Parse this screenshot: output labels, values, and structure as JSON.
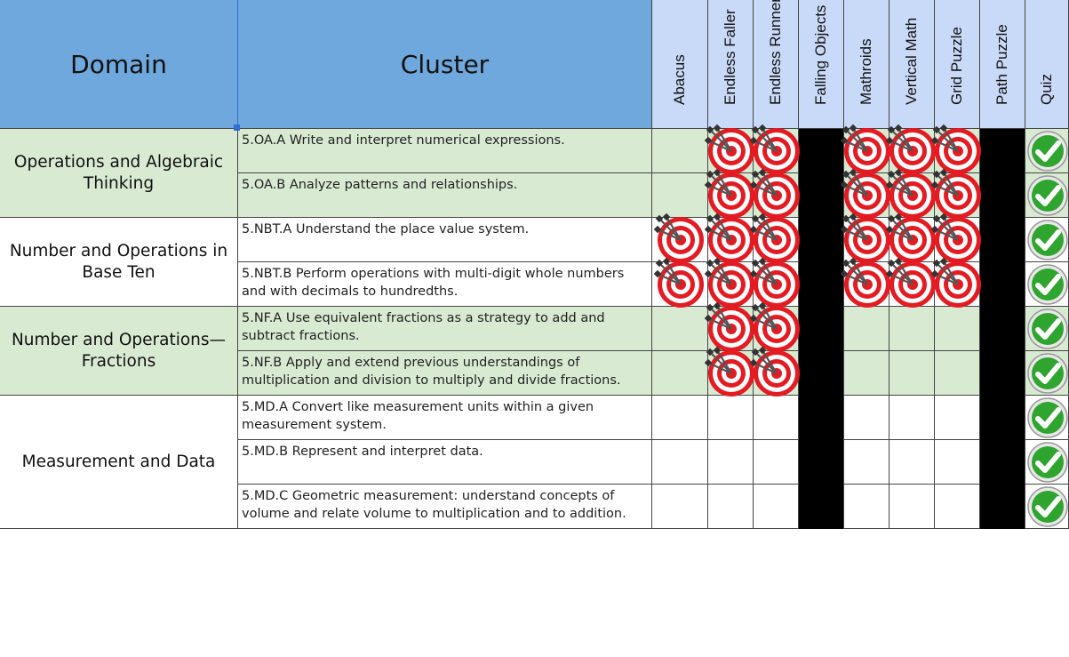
{
  "header": {
    "domain": "Domain",
    "cluster": "Cluster",
    "games": [
      "Abacus",
      "Endless Faller",
      "Endless Runner",
      "Falling Objects",
      "Mathroids",
      "Vertical Math",
      "Grid Puzzle",
      "Path Puzzle",
      "Quiz"
    ]
  },
  "domains": [
    {
      "label": "Operations and Algebraic Thinking",
      "rows": 2,
      "shade": "green"
    },
    {
      "label": "Number and Operations in Base Ten",
      "rows": 2,
      "shade": "white"
    },
    {
      "label": "Number and Operations—Fractions",
      "rows": 2,
      "shade": "green"
    },
    {
      "label": "Measurement and Data",
      "rows": 3,
      "shade": "white"
    }
  ],
  "rows": [
    {
      "cluster": "5.OA.A  Write and interpret numerical expressions.",
      "marks": [
        "",
        "target",
        "target",
        "black",
        "target",
        "target",
        "target",
        "black",
        "check"
      ]
    },
    {
      "cluster": "5.OA.B  Analyze patterns and relationships.",
      "marks": [
        "",
        "target",
        "target",
        "black",
        "target",
        "target",
        "target",
        "black",
        "check"
      ]
    },
    {
      "cluster": "5.NBT.A  Understand the place value system.",
      "marks": [
        "target",
        "target",
        "target",
        "black",
        "target",
        "target",
        "target",
        "black",
        "check"
      ]
    },
    {
      "cluster": "5.NBT.B  Perform operations with multi-digit whole numbers and with decimals to hundredths.",
      "marks": [
        "target",
        "target",
        "target",
        "black",
        "target",
        "target",
        "target",
        "black",
        "check"
      ]
    },
    {
      "cluster": "5.NF.A Use equivalent fractions as a strategy to add and subtract fractions.",
      "marks": [
        "",
        "target",
        "target",
        "black",
        "",
        "",
        "",
        "black",
        "check"
      ]
    },
    {
      "cluster": "5.NF.B  Apply and extend previous understandings of multiplication and division to multiply and divide fractions.",
      "marks": [
        "",
        "target",
        "target",
        "black",
        "",
        "",
        "",
        "black",
        "check"
      ]
    },
    {
      "cluster": "5.MD.A  Convert like measurement units within a given measurement system.",
      "marks": [
        "",
        "",
        "",
        "black",
        "",
        "",
        "",
        "black",
        "check"
      ]
    },
    {
      "cluster": "5.MD.B  Represent and interpret data.",
      "marks": [
        "",
        "",
        "",
        "black",
        "",
        "",
        "",
        "black",
        "check"
      ]
    },
    {
      "cluster": "5.MD.C  Geometric measurement: understand concepts of volume and relate volume to multiplication and to addition.",
      "marks": [
        "",
        "",
        "",
        "black",
        "",
        "",
        "",
        "black",
        "check"
      ]
    }
  ],
  "colors": {
    "header_main": "#6fa8dc",
    "header_game": "#c9daf8",
    "green_row": "#d9ead3",
    "target_red": "#e31b23",
    "check_green": "#2fa52f"
  },
  "icons": {
    "target": "target-with-darts-icon",
    "check": "green-checkmark-icon"
  }
}
